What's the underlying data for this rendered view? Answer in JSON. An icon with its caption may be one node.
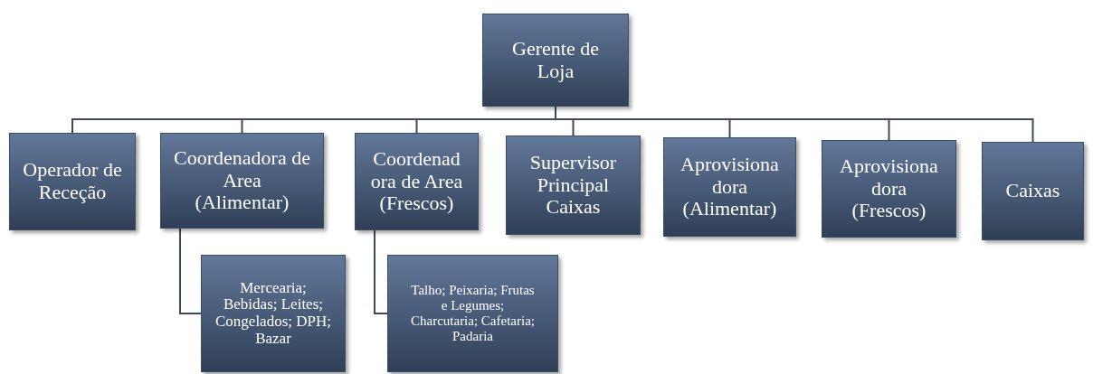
{
  "diagram": {
    "nodes": [
      {
        "text": [
          "Gerente de Loja"
        ]
      },
      {
        "text": [
          "Operador de Receção"
        ]
      },
      {
        "text": [
          "Coordenadora de Area (Alimentar)"
        ]
      },
      {
        "text": [
          "Coordenad ora de Area (Frescos)"
        ]
      },
      {
        "text": [
          "Supervisor Principal Caixas"
        ]
      },
      {
        "text": [
          "Aprovisiona dora (Alimentar)"
        ]
      },
      {
        "text": [
          "Aprovisiona dora (Frescos)"
        ]
      },
      {
        "text": [
          "Caixas"
        ]
      },
      {
        "text": [
          "Mercearia; Bebidas; Leites; Congelados; DPH; Bazar"
        ]
      },
      {
        "text": [
          "Talho; Peixaria; Frutas e Legumes; Charcutaria; Cafetaria; Padaria"
        ]
      }
    ],
    "edges": [
      {
        "from": 0,
        "to": 1,
        "arrow": "none"
      },
      {
        "from": 0,
        "to": 2,
        "arrow": "none"
      },
      {
        "from": 0,
        "to": 3,
        "arrow": "none"
      },
      {
        "from": 0,
        "to": 4,
        "arrow": "none"
      },
      {
        "from": 0,
        "to": 5,
        "arrow": "none"
      },
      {
        "from": 0,
        "to": 6,
        "arrow": "none"
      },
      {
        "from": 0,
        "to": 7,
        "arrow": "none"
      },
      {
        "from": 2,
        "to": 8,
        "arrow": "none"
      },
      {
        "from": 3,
        "to": 9,
        "arrow": "none"
      }
    ]
  }
}
